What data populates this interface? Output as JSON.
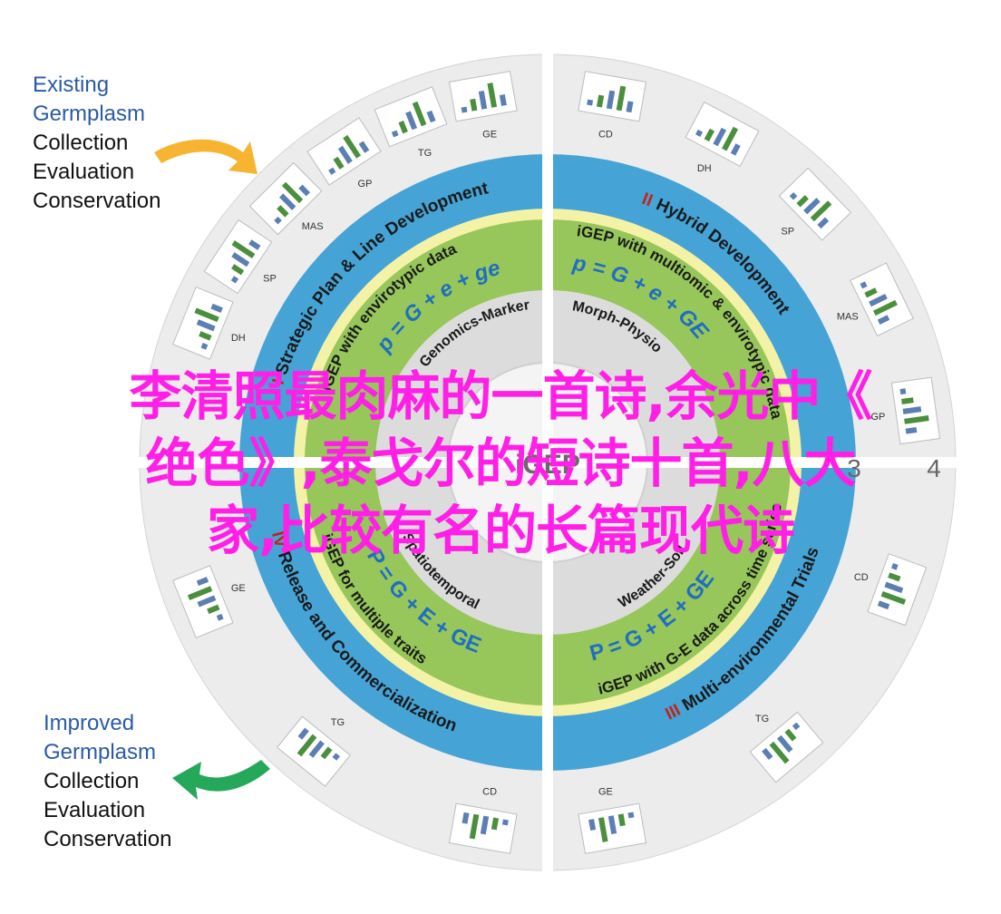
{
  "colors": {
    "outer_ring": "#ececec",
    "blue_ring": "#45a3d6",
    "yellow_ring": "#f4f2a6",
    "green_ring": "#97c65a",
    "grey_ring": "#dcdcdc",
    "overlay_text": "#ff1fe6",
    "note_highlight": "#2a5aa7",
    "arrow_orange": "#f6b430",
    "arrow_green": "#25a85a"
  },
  "notes": {
    "existing": [
      "Existing",
      "Germplasm",
      "Collection",
      "Evaluation",
      "Conservation"
    ],
    "improved": [
      "Improved",
      "Germplasm",
      "Collection",
      "Evaluation",
      "Conservation"
    ]
  },
  "outer_labels": {
    "top_left": [
      "GE",
      "TG",
      "GP",
      "MAS",
      "SP",
      "DH"
    ],
    "top_right": [
      "CD",
      "DH",
      "SP",
      "MAS",
      "GP"
    ],
    "bottom_left": [
      "GE",
      "TG",
      "CD"
    ],
    "bottom_right": [
      "CD",
      "TG",
      "GE"
    ]
  },
  "blue_ring": {
    "q1": {
      "num": "I",
      "text": "Strategic Plan & Line Development"
    },
    "q2": {
      "num": "II",
      "text": "Hybrid Development"
    },
    "q3": {
      "num": "III",
      "text": "Multi-environmental Trials"
    },
    "q4": {
      "num": "IV",
      "text": "Release and Commercialization"
    }
  },
  "green_ring": {
    "q1": "iGEP with envirotypic data",
    "q1_formula": "p = G + e + ge",
    "q2": "iGEP with multiomic & envirotypic data",
    "q2_formula": "p = G + e + GE",
    "q3": "iGEP with G-E data across time series",
    "q3_formula": "P = G + E + GE",
    "q4": "iGEP for multiple traits",
    "q4_formula": "P = G + E + GE"
  },
  "grey_ring": {
    "q1": "Genomics-Marker",
    "q2": "Morph-Physio",
    "q3": "Weather-Soil",
    "q4": "Spatiotemporal"
  },
  "center": {
    "label": "iGEP",
    "right_numbers": [
      "3",
      "4"
    ]
  },
  "overlay": {
    "line1": "李清照最肉麻的一首诗,余光中《",
    "line2": "绝色》,泰戈尔的短诗十首,八大",
    "line3": "家,比较有名的长篇现代诗"
  }
}
